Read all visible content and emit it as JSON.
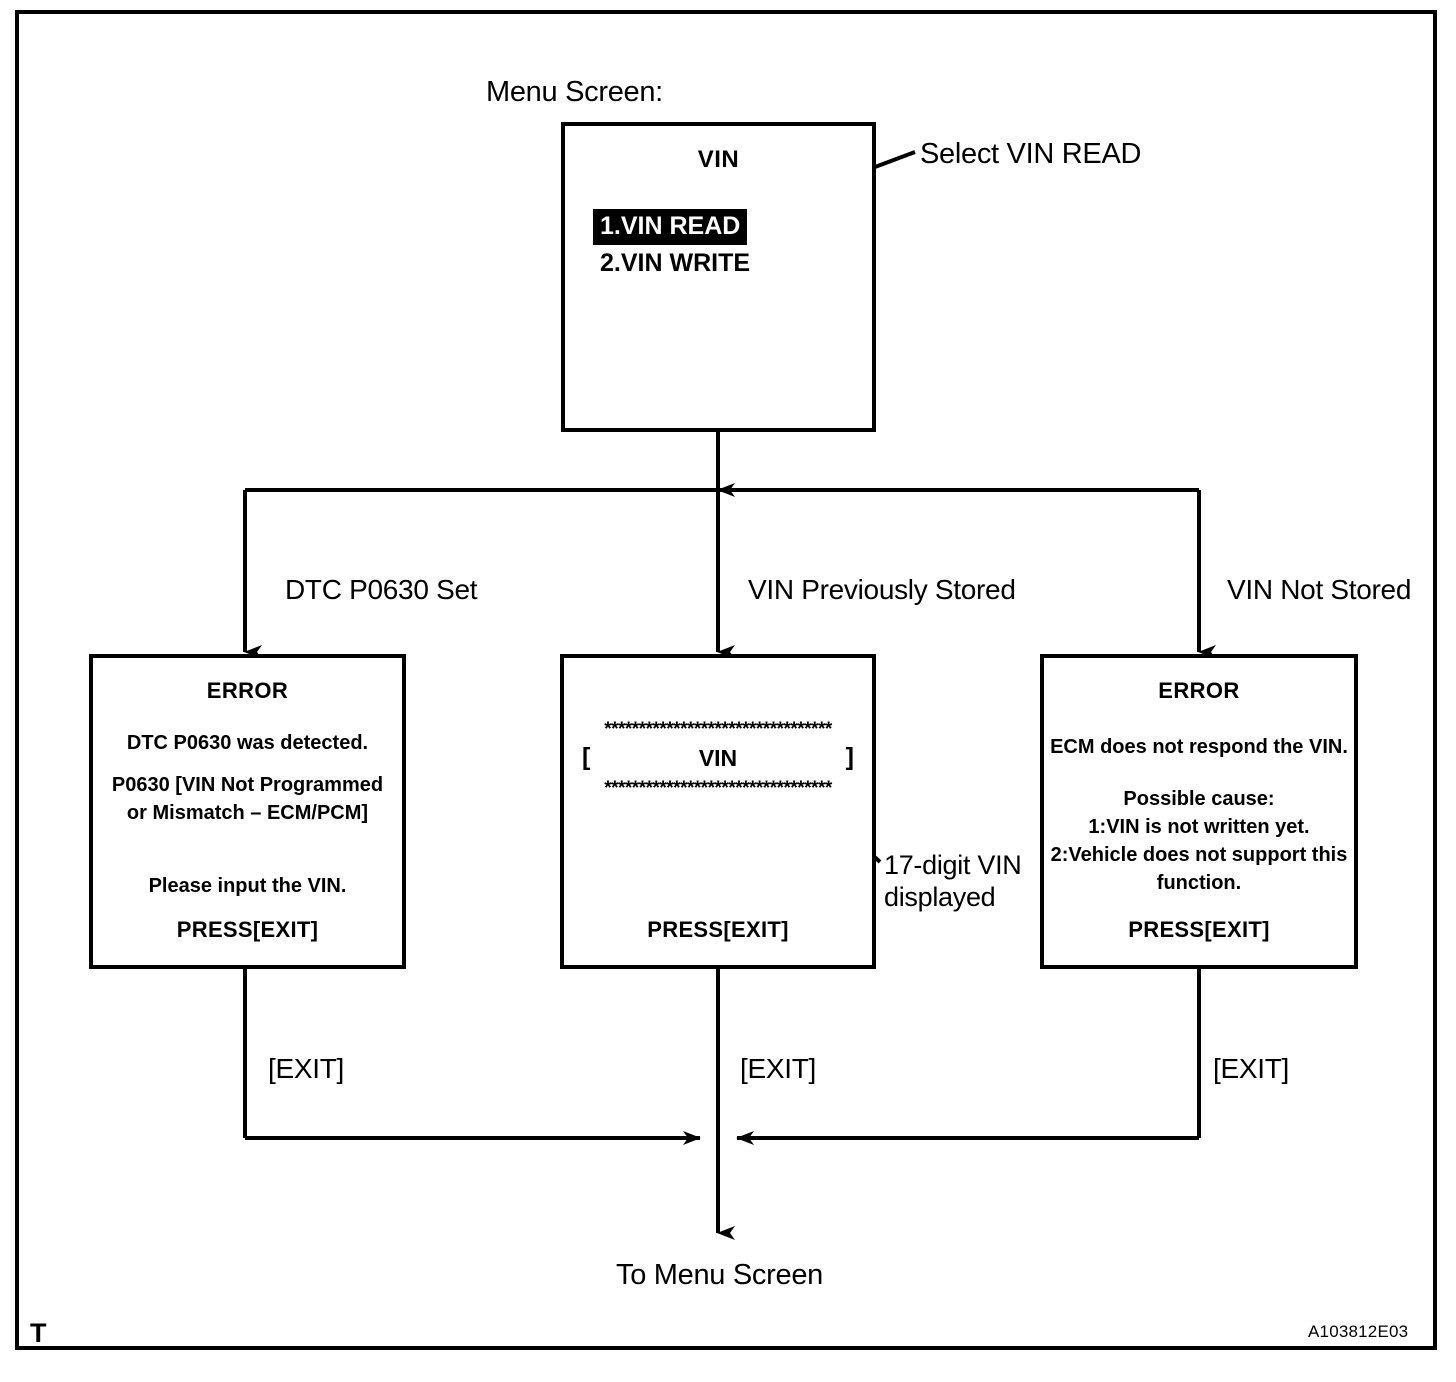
{
  "figure": {
    "corner_marker": "T",
    "code": "A103812E03"
  },
  "annotations": {
    "menu_screen_label": "Menu Screen:",
    "select_vin_read": "Select VIN READ",
    "vin_note_line1": "17-digit VIN",
    "vin_note_line2": "displayed",
    "to_menu_screen": "To Menu Screen"
  },
  "menu_screen": {
    "title": "VIN",
    "items": [
      {
        "label": "1.VIN READ",
        "selected": true
      },
      {
        "label": "2.VIN WRITE",
        "selected": false
      }
    ]
  },
  "branches": [
    {
      "label": "DTC P0630 Set"
    },
    {
      "label": "VIN Previously Stored"
    },
    {
      "label": "VIN Not Stored"
    }
  ],
  "exit_labels": [
    "[EXIT]",
    "[EXIT]",
    "[EXIT]"
  ],
  "screens": {
    "left_error": {
      "heading": "ERROR",
      "body_lines": [
        "DTC P0630 was detected.",
        "",
        "P0630  [VIN Not Programmed",
        "or Mismatch – ECM/PCM]",
        "",
        "",
        "Please input the VIN."
      ],
      "press": "PRESS[EXIT]"
    },
    "middle_vin": {
      "star_row": "*********************************",
      "bracket_left": "[",
      "bracket_right": "]",
      "vin_text": "VIN",
      "press": "PRESS[EXIT]"
    },
    "right_error": {
      "heading": "ERROR",
      "body_lines": [
        "ECM does not respond the VIN.",
        "",
        "Possible cause:",
        "1:VIN is not written yet.",
        "2:Vehicle does not support this",
        "function."
      ],
      "press": "PRESS[EXIT]"
    }
  },
  "colors": {
    "ink": "#000000",
    "paper": "#ffffff"
  }
}
